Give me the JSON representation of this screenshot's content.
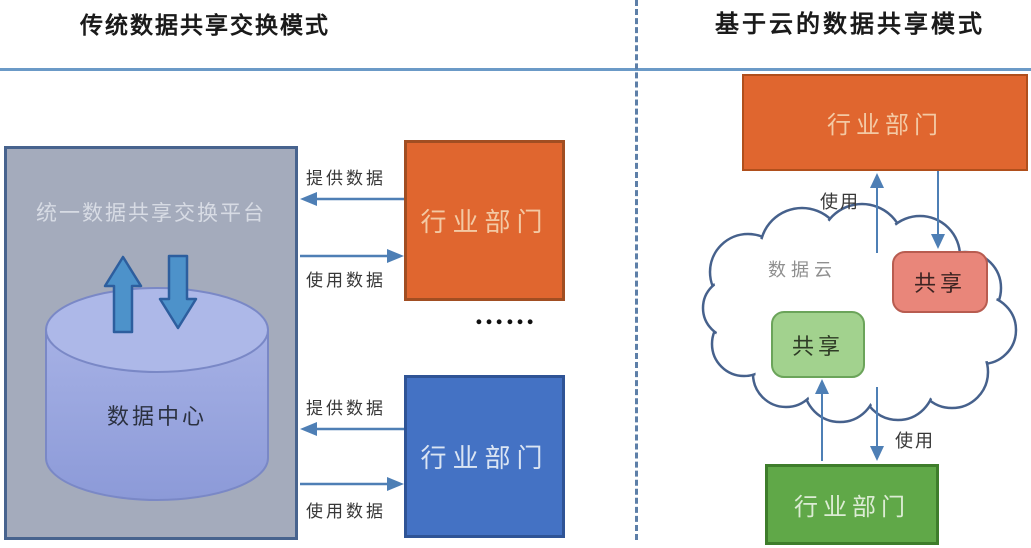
{
  "titles": {
    "left": "传统数据共享交换模式",
    "right": "基于云的数据共享模式"
  },
  "left_panel": {
    "platform_label": "统一数据共享交换平台",
    "datacenter_label": "数据中心",
    "dept_orange_label": "行业部门",
    "dept_blue_label": "行业部门",
    "provide_label": "提供数据",
    "use_label": "使用数据",
    "ellipsis": "……"
  },
  "right_panel": {
    "dept_top_label": "行业部门",
    "dept_bottom_label": "行业部门",
    "cloud_label": "数据云",
    "share_red_label": "共享",
    "share_green_label": "共享",
    "use_label_top": "使用",
    "use_label_bottom": "使用"
  },
  "colors": {
    "divider_blue": "#5d7fa8",
    "rule_blue": "#6b9ac7",
    "platform_gray_fill": "#a4abbc",
    "platform_gray_border": "#47638e",
    "cylinder_fill": "#9aa7e0",
    "cylinder_top_fill": "#adb8e8",
    "block_arrow_fill": "#4d92ca",
    "block_arrow_border": "#2d5e9e",
    "thin_arrow_blue": "#4e7fb5",
    "orange_fill": "#e0662f",
    "blue_fill": "#4472c4",
    "green_fill": "#60a848",
    "share_red_fill": "#e9867a",
    "share_green_fill": "#a2d28e",
    "cloud_outline": "#46618c"
  }
}
